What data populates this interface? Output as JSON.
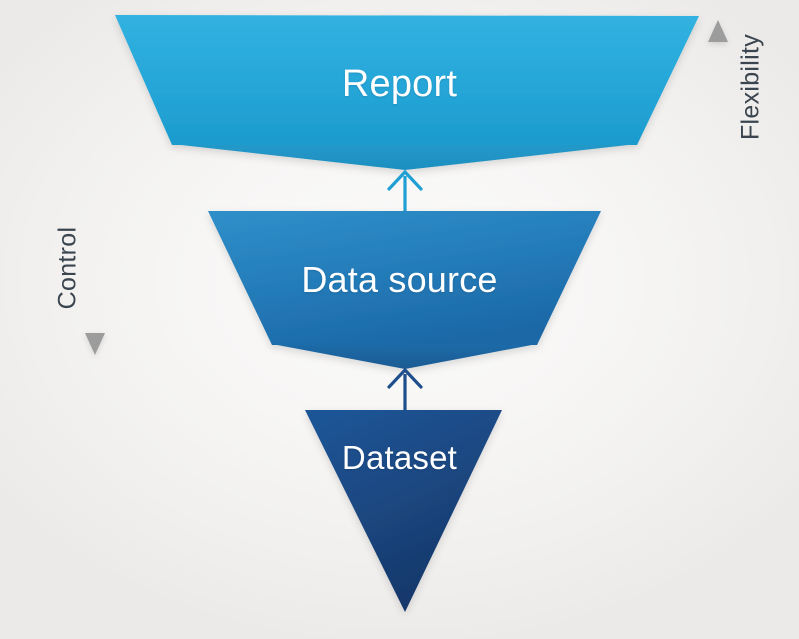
{
  "diagram": {
    "title": "Report / Data source / Dataset funnel",
    "background_color": "#f3f2f0",
    "stages": [
      {
        "id": "report",
        "label": "Report",
        "level": 1,
        "shape": "inverted-trapezoid",
        "fill_top": "#2EB0DE",
        "fill_bottom": "#1C9BCD",
        "skirt_fill": "#2095C6",
        "text_color": "#ffffff"
      },
      {
        "id": "data-source",
        "label": "Data source",
        "level": 2,
        "shape": "inverted-trapezoid",
        "fill_top": "#2D8CC6",
        "fill_bottom": "#1C6CAB",
        "skirt_fill": "#1C5E96",
        "text_color": "#ffffff"
      },
      {
        "id": "dataset",
        "label": "Dataset",
        "level": 3,
        "shape": "inverted-triangle",
        "fill_top": "#1E5192",
        "fill_bottom": "#163769",
        "text_color": "#ffffff"
      }
    ],
    "connectors": [
      {
        "id": "dataset-to-data-source",
        "from": "dataset",
        "to": "data-source",
        "direction": "up",
        "color": "#1E4F8C"
      },
      {
        "id": "data-source-to-report",
        "from": "data-source",
        "to": "report",
        "direction": "up",
        "color": "#1F9FD4"
      }
    ],
    "axes": [
      {
        "id": "control",
        "label": "Control",
        "side": "left",
        "direction": "down",
        "color": "#9c9c9c",
        "text_color": "#3a4550"
      },
      {
        "id": "flexibility",
        "label": "Flexibility",
        "side": "right",
        "direction": "up",
        "color": "#9c9c9c",
        "text_color": "#3a4550"
      }
    ]
  }
}
